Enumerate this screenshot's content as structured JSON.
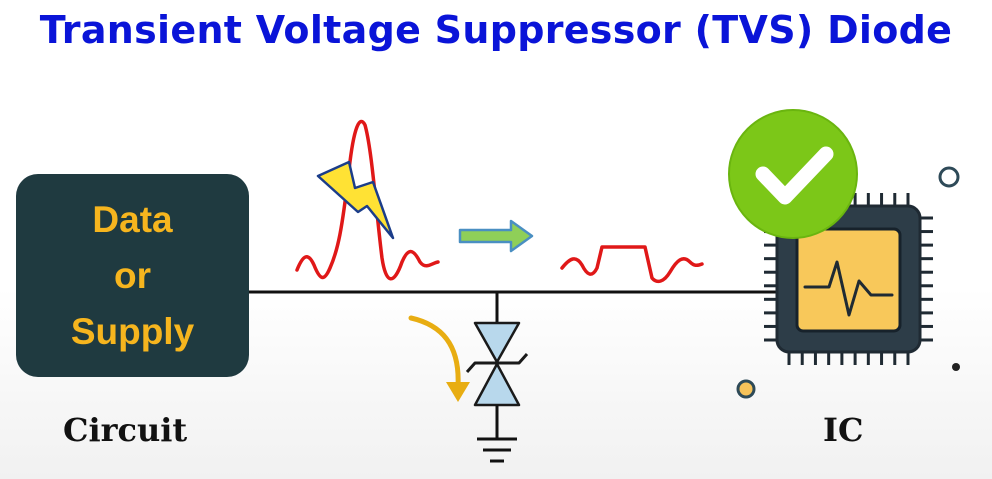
{
  "title": "Transient Voltage Suppressor (TVS) Diode",
  "circuit_box": {
    "lines": [
      "Data",
      "or",
      "Supply"
    ]
  },
  "labels": {
    "circuit": "Circuit",
    "ic": "IC"
  },
  "colors": {
    "title": "#0a14d8",
    "box_fill": "#1f3a40",
    "box_text": "#f6b51e",
    "waveform": "#e01818",
    "arrow_fill": "#8fcf58",
    "arrow_stroke": "#4a8fc2",
    "diode_fill": "#b8d8ec",
    "check_fill": "#7cc718",
    "chip_body": "#2d3d48",
    "chip_core": "#f8c85a",
    "curve_arrow": "#e8ad12",
    "bolt": "#ffe234"
  },
  "icons": [
    "lightning-bolt-icon",
    "right-arrow-icon",
    "tvs-diode-symbol",
    "ground-symbol",
    "check-mark-icon",
    "ic-chip-icon"
  ]
}
